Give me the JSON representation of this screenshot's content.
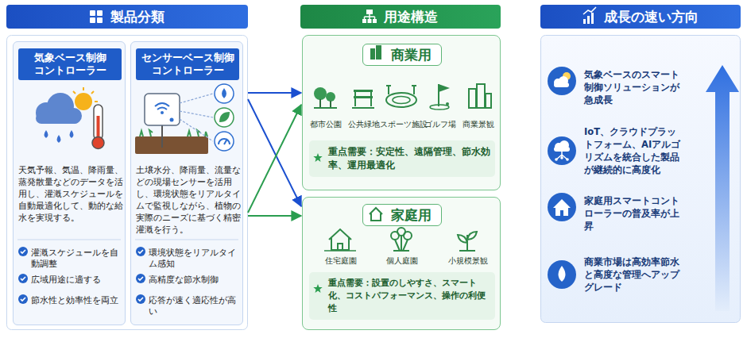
{
  "diagram": {
    "nodes": [
      {
        "text": [
          "製品分類"
        ]
      },
      {
        "text": [
          "気象ベース制御 コントローラー",
          "天気予報、気温、降雨量、蒸発散量などのデータを活用し、灌漑スケジュールを自動最適化して、動的な給水を実現する。",
          "灌漑スケジュールを自動調整",
          "広域用途に適する",
          "節水性と効率性を両立"
        ],
        "in": 0
      },
      {
        "text": [
          "センサーベース制御 コントローラー",
          "土壌水分、降雨量、流量などの現場センサーを活用し、環境状態をリアルタイムで監視しながら、植物の実際のニーズに基づく精密灌漑を行う。",
          "環境状態をリアルタイム感知",
          "高精度な節水制御",
          "応答が速く適応性が高い"
        ],
        "in": 0
      },
      {
        "text": [
          "用途構造"
        ]
      },
      {
        "text": [
          "商業用",
          "都市公園",
          "公共緑地",
          "スポーツ施設",
          "ゴルフ場",
          "商業景観",
          "重点需要：安定性、遠隔管理、節水効率、運用最適化"
        ]
      },
      {
        "text": [
          "家庭用",
          "住宅庭園",
          "個人庭園",
          "小規模景観",
          "重点需要：設置のしやすさ、スマート化、コストパフォーマンス、操作の利便性"
        ]
      },
      {
        "text": [
          "成長の速い方向",
          "気象ベースのスマート制御ソリューションが急成長",
          "IoT、クラウドプラットフォーム、AIアルゴリズムを統合した製品が継続的に高度化",
          "家庭用スマートコントローラーの普及率が上昇",
          "商業市場は高効率節水と高度な管理へアップグレード"
        ]
      }
    ],
    "edges": [
      {
        "from": 0,
        "to": 4,
        "arrow": "to"
      },
      {
        "from": 0,
        "to": 5,
        "arrow": "to"
      },
      {
        "from": 0,
        "to": 4,
        "arrow": "to"
      },
      {
        "from": 0,
        "to": 5,
        "arrow": "to"
      }
    ]
  }
}
